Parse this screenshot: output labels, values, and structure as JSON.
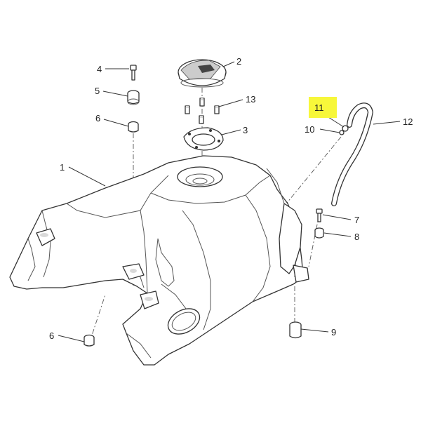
{
  "diagram": {
    "callouts": [
      {
        "id": "c1",
        "label": "1"
      },
      {
        "id": "c2",
        "label": "2"
      },
      {
        "id": "c3",
        "label": "3"
      },
      {
        "id": "c4",
        "label": "4"
      },
      {
        "id": "c5",
        "label": "5"
      },
      {
        "id": "c6a",
        "label": "6"
      },
      {
        "id": "c6b",
        "label": "6"
      },
      {
        "id": "c7",
        "label": "7"
      },
      {
        "id": "c8",
        "label": "8"
      },
      {
        "id": "c9",
        "label": "9"
      },
      {
        "id": "c10",
        "label": "10"
      },
      {
        "id": "c11",
        "label": "11"
      },
      {
        "id": "c12",
        "label": "12"
      },
      {
        "id": "c13",
        "label": "13"
      }
    ],
    "highlight": {
      "callout": "11",
      "color": "#f7f73a"
    },
    "colors": {
      "line": "#333333",
      "shade": "#d9d9d9",
      "background": "#ffffff"
    }
  }
}
